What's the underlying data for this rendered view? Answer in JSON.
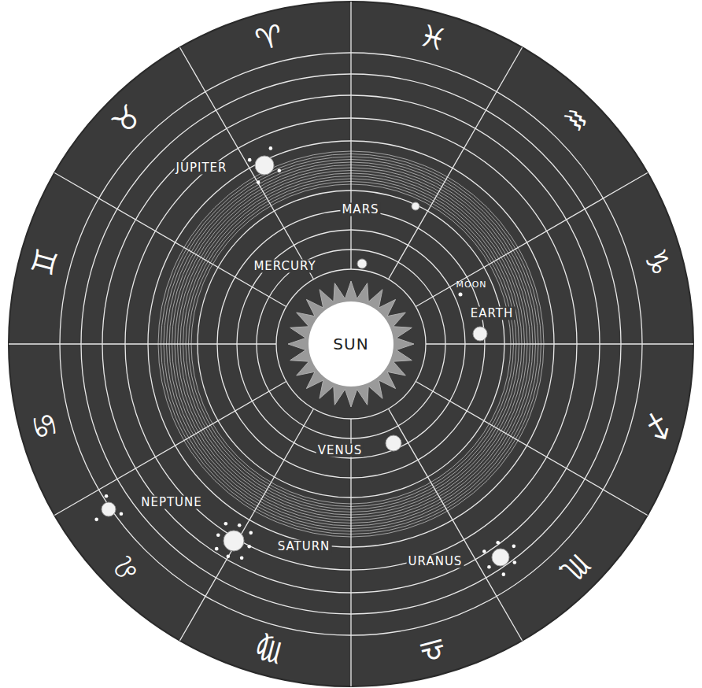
{
  "diagram": {
    "nodes": [
      {
        "text": [
          "SUN"
        ]
      }
    ],
    "labels": [
      "♈",
      "♓",
      "♒",
      "♑",
      "♐",
      "♏",
      "♎",
      "♍",
      "♌",
      "♋",
      "♊",
      "♉",
      "JUPITER",
      "MARS",
      "MERCURY",
      "MOON",
      "EARTH",
      "VENUS",
      "NEPTUNE",
      "SATURN",
      "URANUS"
    ]
  }
}
